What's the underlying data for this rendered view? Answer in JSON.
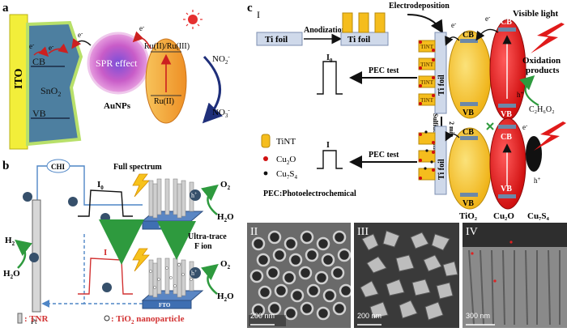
{
  "panel_a": {
    "letter": "a",
    "ito": "ITO",
    "cb": "CB",
    "vb": "VB",
    "sno2": "SnO",
    "sno2_sub": "2",
    "spr": "SPR effect",
    "aunps": "AuNPs",
    "ru_top": "Ru(II)/Ru(III)",
    "ru_bottom": "Ru(II)",
    "no2": "NO",
    "no2_sub": "2",
    "no2_sup": "-",
    "no3": "NO",
    "no3_sub": "3",
    "no3_sup": "-",
    "electron": "e",
    "electron_sup": "-"
  },
  "panel_b": {
    "letter": "b",
    "chi": "CHI",
    "full_spectrum": "Full spectrum",
    "i0": "I",
    "i0_sub": "0",
    "i": "I",
    "ultra_trace": "Ultra-trace",
    "f_ion": "F ion",
    "o2": "O",
    "o2_sub": "2",
    "h2o": "H",
    "h2o_sub": "2",
    "h2o_tail": "O",
    "h2": "H",
    "h2_sub": "2",
    "pt": "Pt",
    "fto": "FTO",
    "tnr_legend": ": TNR",
    "tio2_legend": ": TiO",
    "tio2_legend_sub": "2",
    "tio2_legend_tail": " nanoparticle",
    "hole": "h",
    "hole_sup": "+"
  },
  "panel_c": {
    "letter": "c",
    "roman_i": "I",
    "ti_foil": "Ti foil",
    "anodization": "Anodization",
    "electrodeposition": "Electrodeposition",
    "tint": "TiNT",
    "i0": "I",
    "i0_sub": "0",
    "i": "I",
    "pec_test": "PEC test",
    "two_min": "2 min",
    "sulfide_solution": "Sulfide solution",
    "legend_tint": "TiNT",
    "legend_cu2o": "Cu",
    "legend_cu2o_sub": "2",
    "legend_cu2o_tail": "O",
    "legend_cu7s4": "Cu",
    "legend_cu7s4_sub": "7",
    "legend_cu7s4_tail": "S",
    "legend_cu7s4_sub2": "4",
    "pec_def": "PEC:Photoelectrochemical",
    "visible_light": "Visible light",
    "oxidation": "Oxidation",
    "products": "products",
    "c2h6o2": "C₂H₆O₂",
    "cb": "CB",
    "vb": "VB",
    "tio2_label": "TiO₂",
    "cu2o_label": "Cu₂O",
    "cu7s4_label": "Cu₇S₄",
    "electron": "e",
    "electron_sup": "-",
    "hole": "h",
    "hole_sup": "+"
  },
  "sem": {
    "ii": "II",
    "iii": "III",
    "iv": "IV",
    "scale_ii": "200 nm",
    "scale_iii": "200 nm",
    "scale_iv": "300 nm"
  },
  "colors": {
    "ito_yellow": "#f2ee3a",
    "sno2_blue": "#4d7fa0",
    "sno2_glow": "#b8e06a",
    "aunp_pink": "#d86ac8",
    "dye_orange": "#f4a43a",
    "red_arrow": "#cc2020",
    "green_arrow": "#2e9a3e",
    "navy_arrow": "#1f2f7a",
    "tint_yellow": "#f5bd1d",
    "cu2o_red": "#e01a1a"
  }
}
